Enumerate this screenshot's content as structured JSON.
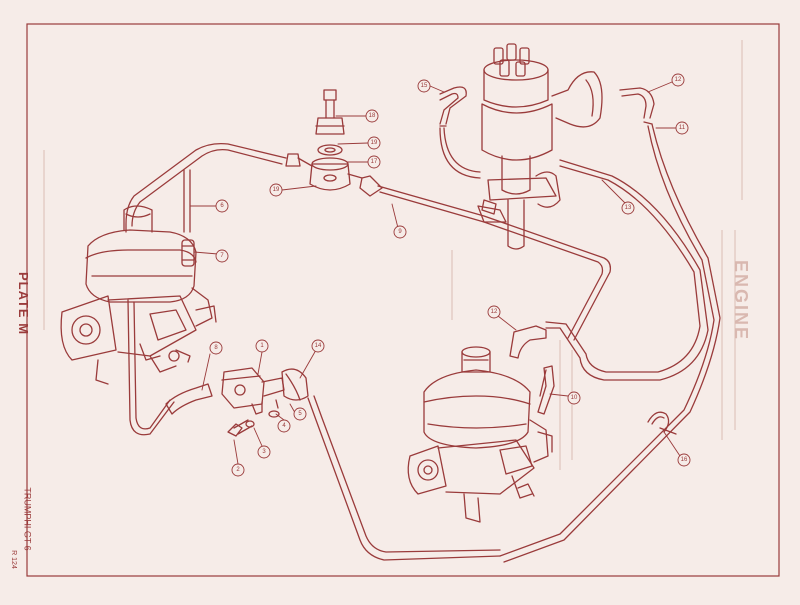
{
  "page": {
    "title": "PLATE M",
    "model": "TRUMPHI GT 6",
    "code": "R 124",
    "mirror_title": "ENGINE"
  },
  "colors": {
    "ink": "#9a3b3b",
    "paper": "#f6ece8",
    "bleed": "#d9b8b0"
  },
  "callouts": [
    {
      "id": "c1",
      "label": "1"
    },
    {
      "id": "c2",
      "label": "2"
    },
    {
      "id": "c3",
      "label": "3"
    },
    {
      "id": "c4",
      "label": "4"
    },
    {
      "id": "c5",
      "label": "5"
    },
    {
      "id": "c6",
      "label": "6"
    },
    {
      "id": "c7",
      "label": "7"
    },
    {
      "id": "c8",
      "label": "8"
    },
    {
      "id": "c9",
      "label": "9"
    },
    {
      "id": "c10",
      "label": "10"
    },
    {
      "id": "c11",
      "label": "11"
    },
    {
      "id": "c12a",
      "label": "12"
    },
    {
      "id": "c12b",
      "label": "12"
    },
    {
      "id": "c13",
      "label": "13"
    },
    {
      "id": "c14",
      "label": "14"
    },
    {
      "id": "c15",
      "label": "15"
    },
    {
      "id": "c16",
      "label": "16"
    },
    {
      "id": "c17",
      "label": "17"
    },
    {
      "id": "c18",
      "label": "18"
    },
    {
      "id": "c19a",
      "label": "19"
    },
    {
      "id": "c19b",
      "label": "19"
    }
  ]
}
